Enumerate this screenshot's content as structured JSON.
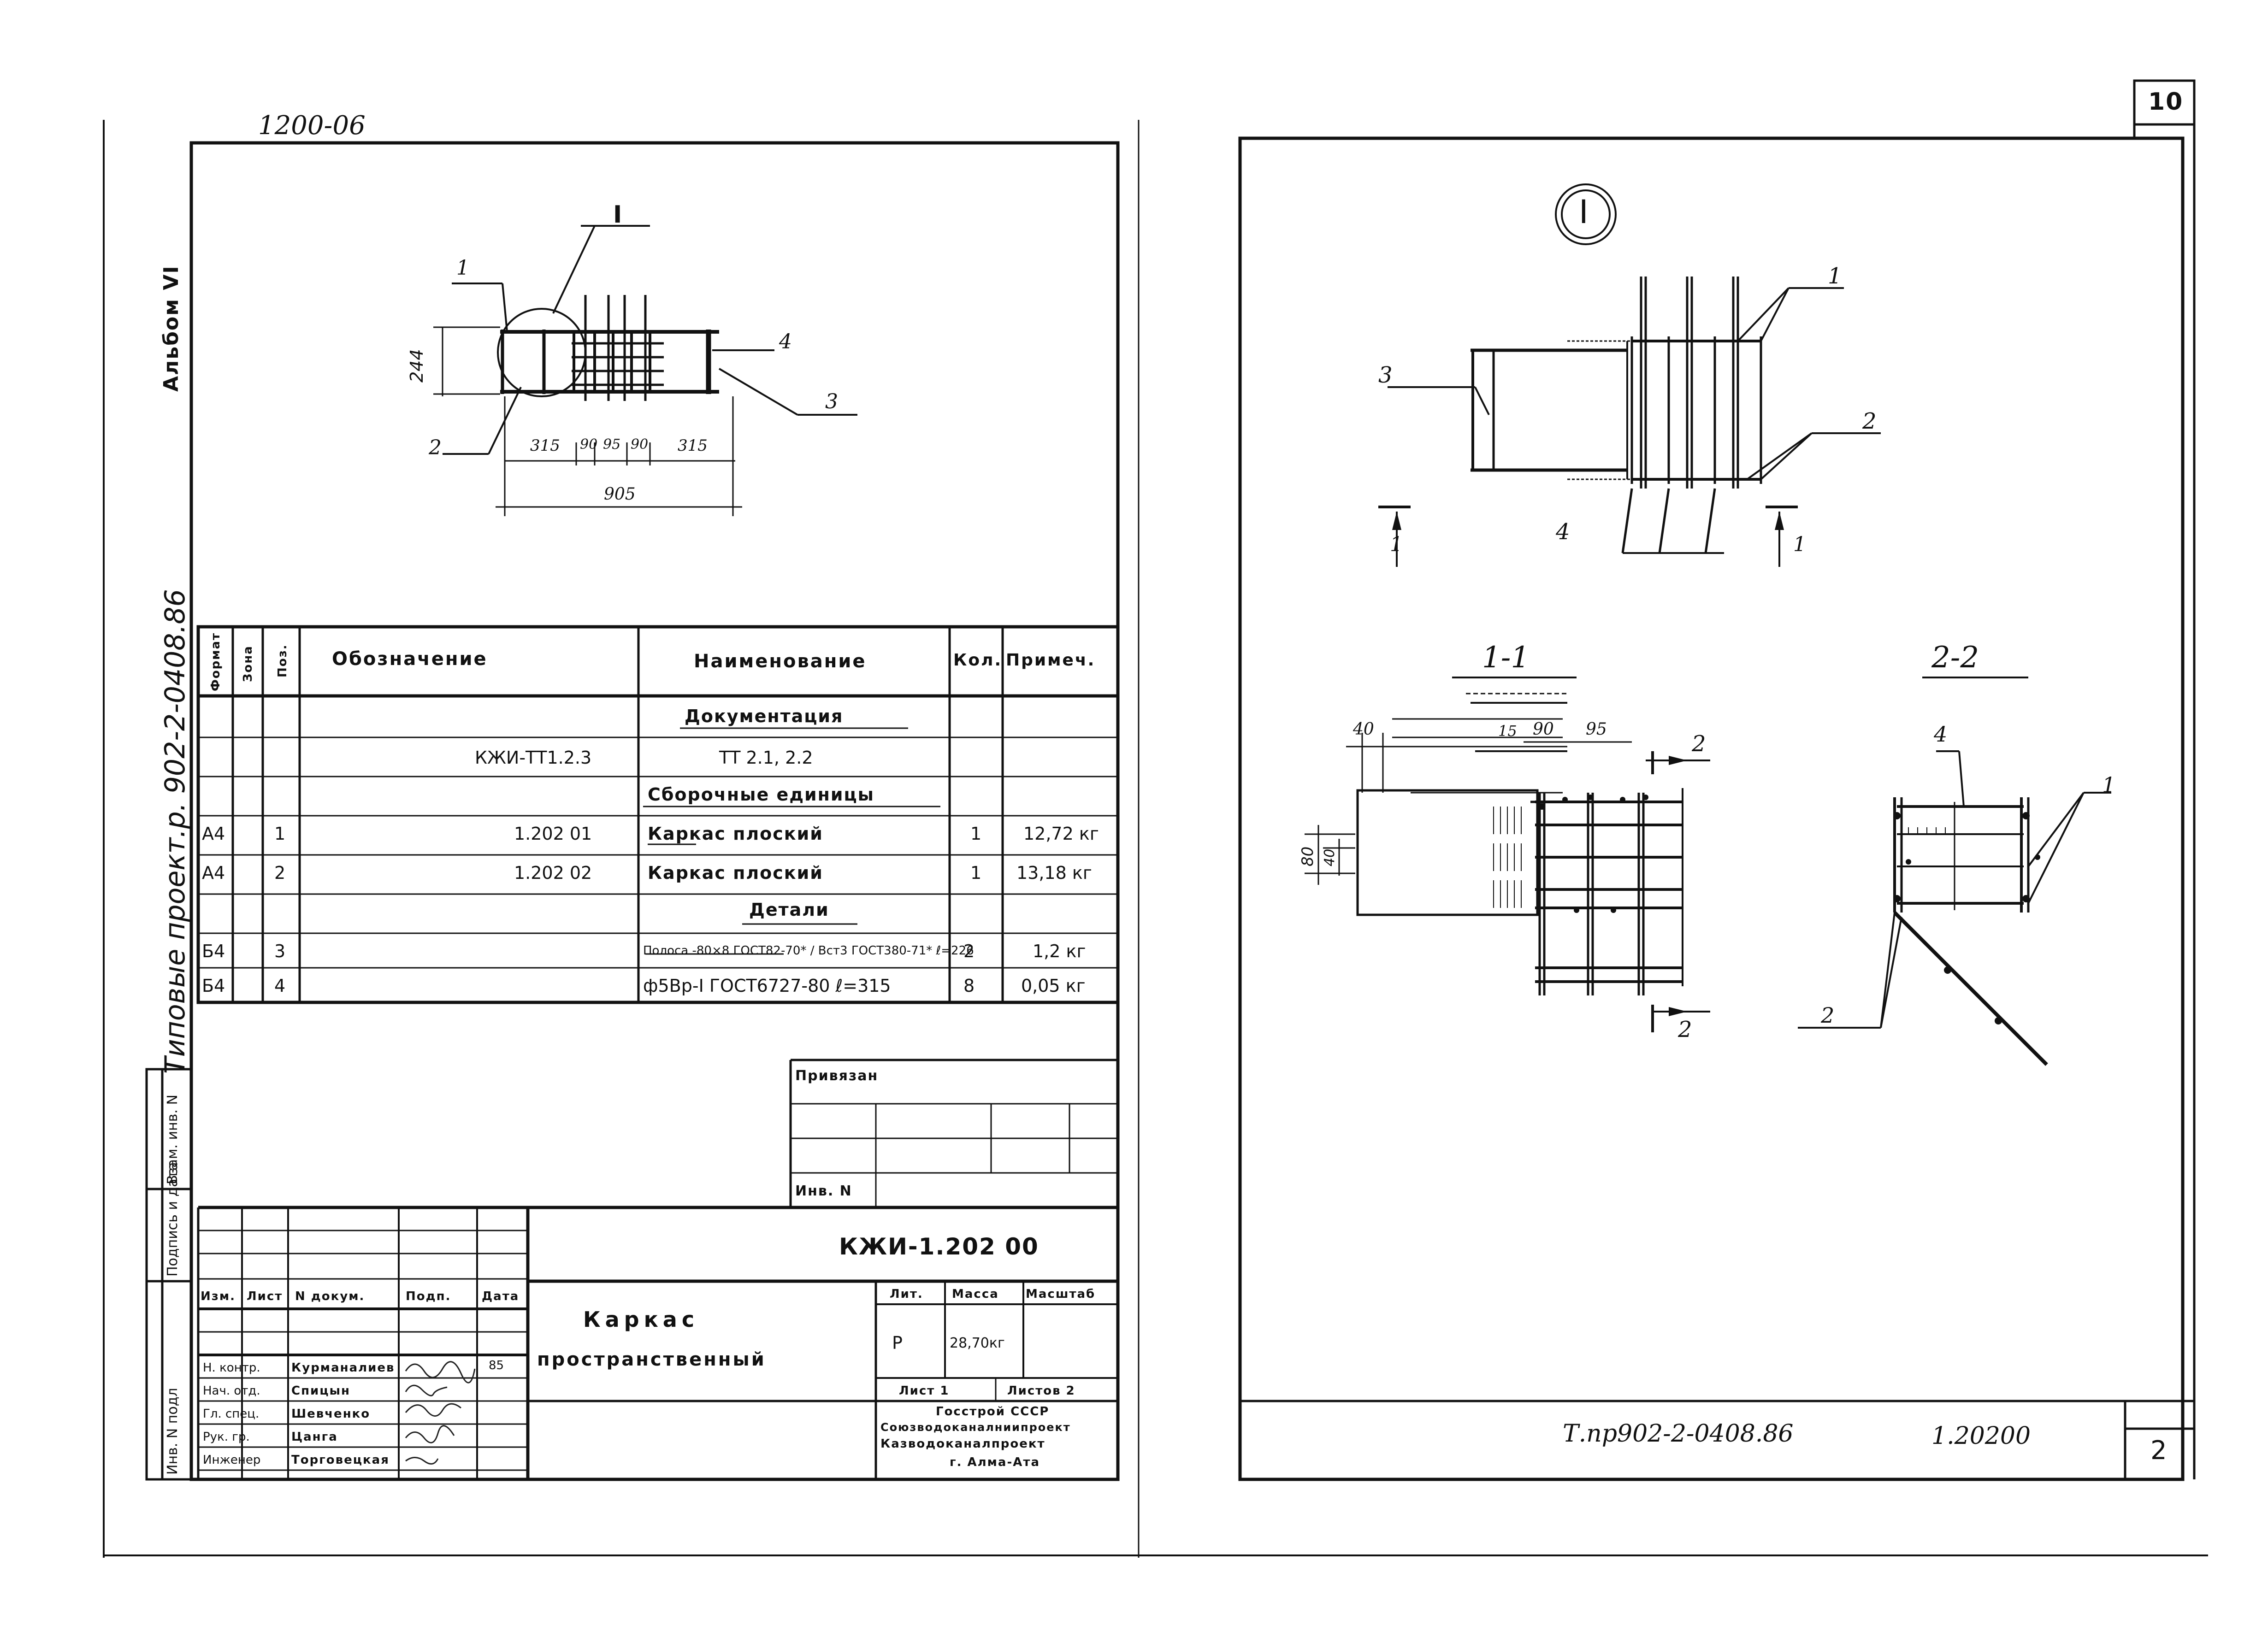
{
  "top_left_number": "1200-06",
  "sheet_corner_number": "10",
  "album_label": "Альбом VI",
  "side_project": "Типовые проект.р. 902-2-0408.86",
  "side_columns": [
    "Инв. N подл",
    "Подпись и дата",
    "Взам. инв. N"
  ],
  "overview": {
    "callout_detail": "I",
    "leaders": [
      "1",
      "2",
      "3",
      "4"
    ],
    "dims": {
      "height": "244",
      "d315a": "315",
      "d90a": "90",
      "d95": "95",
      "d90b": "90",
      "d315b": "315",
      "total": "905"
    }
  },
  "spec": {
    "headers": [
      "Формат",
      "Зона",
      "Поз.",
      "Обозначение",
      "Наименование",
      "Кол.",
      "Примеч."
    ],
    "rows": [
      {
        "fmt": "",
        "zone": "",
        "pos": "",
        "code": "",
        "name": "Документация",
        "qty": "",
        "note": "",
        "heading": true
      },
      {
        "fmt": "",
        "zone": "",
        "pos": "",
        "code": "КЖИ-ТТ1.2.3",
        "name": "ТТ 2.1, 2.2",
        "qty": "",
        "note": ""
      },
      {
        "fmt": "",
        "zone": "",
        "pos": "",
        "code": "",
        "name": "Сборочные единицы",
        "qty": "",
        "note": "",
        "heading": true
      },
      {
        "fmt": "А4",
        "zone": "",
        "pos": "1",
        "code": "1.202 01",
        "name": "Каркас плоский",
        "qty": "1",
        "note": "12,72 кг"
      },
      {
        "fmt": "А4",
        "zone": "",
        "pos": "2",
        "code": "1.202 02",
        "name": "Каркас плоский",
        "qty": "1",
        "note": "13,18 кг"
      },
      {
        "fmt": "",
        "zone": "",
        "pos": "",
        "code": "",
        "name": "Детали",
        "qty": "",
        "note": "",
        "heading": true
      },
      {
        "fmt": "Б4",
        "zone": "",
        "pos": "3",
        "code": "",
        "name": "Полоса -80×8 ГОСТ82-70* / Вст3 ГОСТ380-71* ℓ=226",
        "qty": "2",
        "note": "1,2 кг"
      },
      {
        "fmt": "Б4",
        "zone": "",
        "pos": "4",
        "code": "",
        "name": "ф5Вр-I ГОСТ6727-80 ℓ=315",
        "qty": "8",
        "note": "0,05 кг"
      }
    ]
  },
  "bound": {
    "title": "Привязан",
    "inv": "Инв. N"
  },
  "title_block": {
    "code": "КЖИ-1.202 00",
    "cols": [
      "Изм.",
      "Лист",
      "N докум.",
      "Подп.",
      "Дата"
    ],
    "name_line1": "Каркас",
    "name_line2": "пространственный",
    "lit_label": "Лит.",
    "mass_label": "Масса",
    "scale_label": "Масштаб",
    "lit": "Р",
    "mass": "28,70кг",
    "sheet": "Лист 1",
    "sheets": "Листов 2",
    "org": [
      "Госстрой СССР",
      "Союзводоканалниипроект",
      "Казводоканалпроект",
      "г. Алма-Ата"
    ],
    "staff": [
      {
        "role": "Н. контр.",
        "name": "Курманалиев",
        "date": "85"
      },
      {
        "role": "Нач. отд.",
        "name": "Спицын",
        "date": ""
      },
      {
        "role": "Гл. спец.",
        "name": "Шевченко",
        "date": ""
      },
      {
        "role": "Рук. гр.",
        "name": "Цанга",
        "date": ""
      },
      {
        "role": "Инженер",
        "name": "Торговецкая",
        "date": ""
      }
    ]
  },
  "right_sheet": {
    "detail": "I",
    "leaders": [
      "1",
      "2",
      "3",
      "4"
    ],
    "cut_mark": "1",
    "section_11": "1-1",
    "section_22": "2-2",
    "dims_11": {
      "d40": "40",
      "d15": "15",
      "d90": "90",
      "d95": "95",
      "d80": "80",
      "d40b": "40"
    },
    "cut_mark2": "2",
    "footer_project": "Т.пр902-2-0408.86",
    "footer_code": "1.20200",
    "sheet_no": "2"
  }
}
